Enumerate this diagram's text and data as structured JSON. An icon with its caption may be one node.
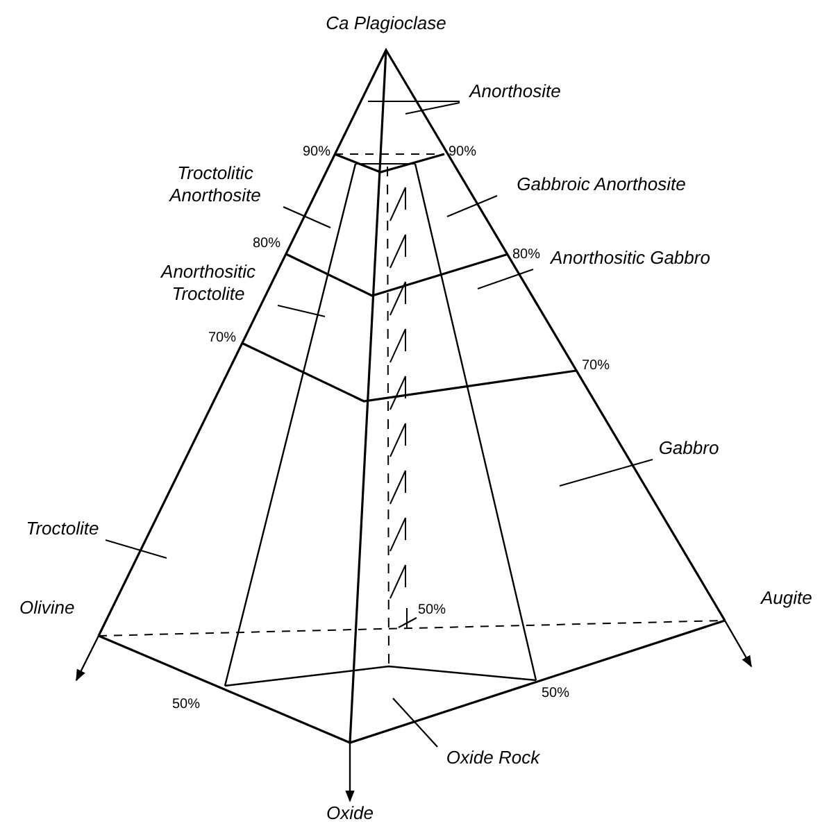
{
  "diagram": {
    "nodes": [
      {
        "text": [
          "Anorthosite"
        ]
      },
      {
        "text": [
          "Troctolitic Anorthosite"
        ]
      },
      {
        "text": [
          "Gabbroic Anorthosite"
        ]
      },
      {
        "text": [
          "Anorthositic Troctolite"
        ]
      },
      {
        "text": [
          "Anorthositic Gabbro"
        ]
      },
      {
        "text": [
          "Gabbro"
        ]
      },
      {
        "text": [
          "Troctolite"
        ]
      },
      {
        "text": [
          "Oxide Rock"
        ]
      }
    ],
    "edges": [
      {
        "from": 0,
        "to": null,
        "arrow": "none"
      },
      {
        "from": 0,
        "to": null,
        "arrow": "none"
      },
      {
        "from": 1,
        "to": null,
        "arrow": "none"
      },
      {
        "from": 2,
        "to": null,
        "arrow": "none"
      },
      {
        "from": 3,
        "to": null,
        "arrow": "none"
      },
      {
        "from": 4,
        "to": null,
        "arrow": "none"
      },
      {
        "from": 5,
        "to": null,
        "arrow": "none"
      },
      {
        "from": 6,
        "to": null,
        "arrow": "none"
      },
      {
        "from": 7,
        "to": null,
        "arrow": "none"
      }
    ],
    "labels": [
      "Ca Plagioclase",
      "90%",
      "90%",
      "80%",
      "80%",
      "70%",
      "70%",
      "Olivine",
      "Augite",
      "50%",
      "50%",
      "50%",
      "Oxide"
    ]
  }
}
